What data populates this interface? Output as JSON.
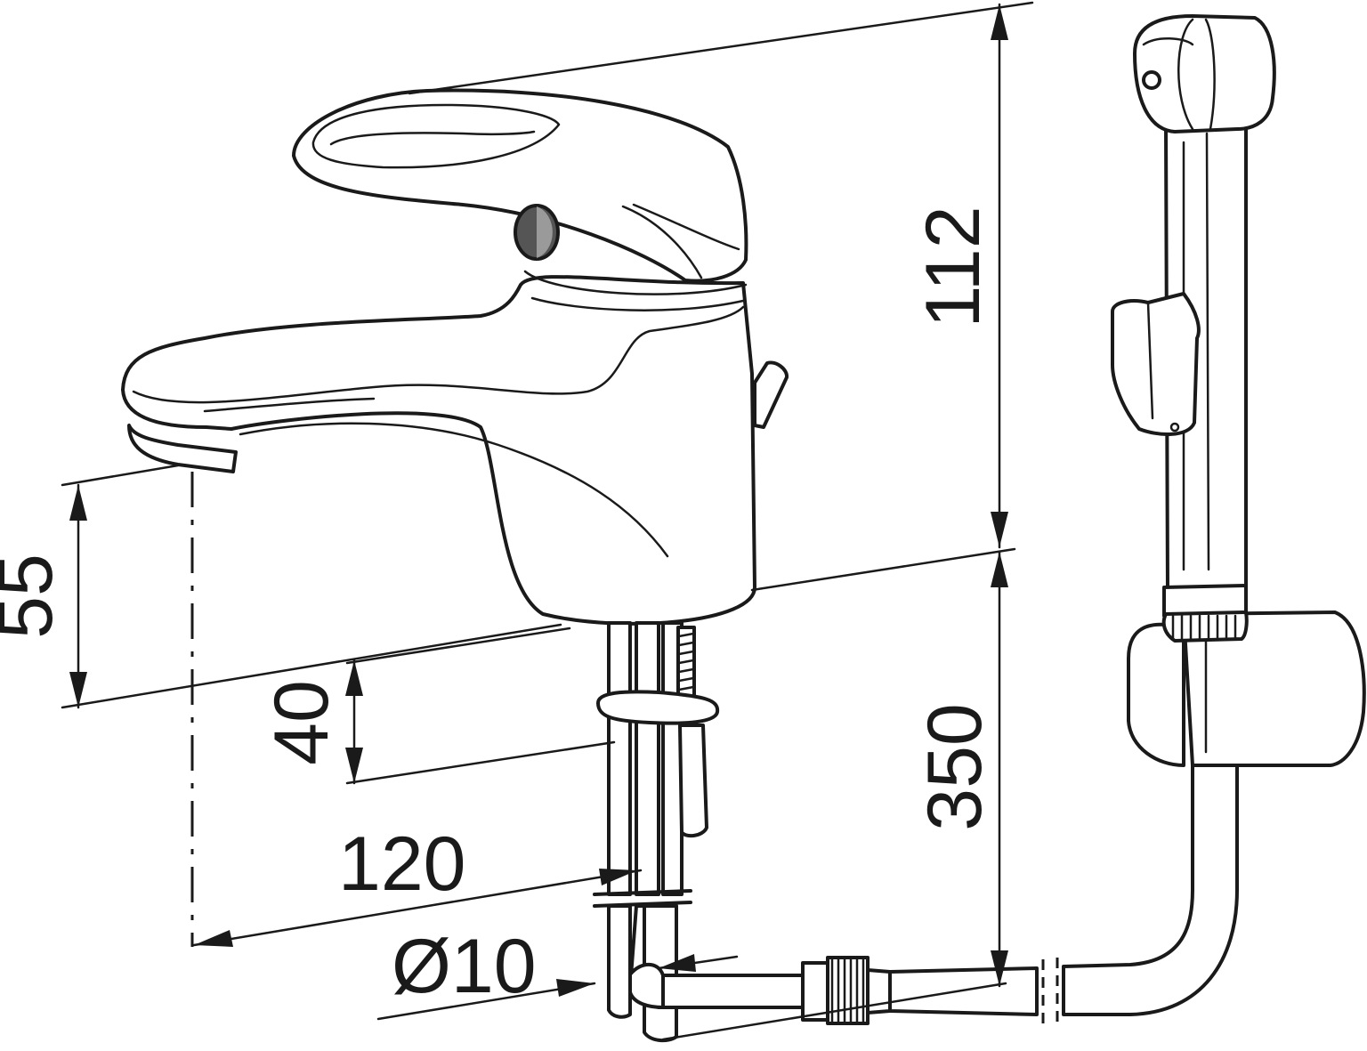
{
  "dimensions": {
    "spout_height": "55",
    "under_body": "40",
    "projection": "120",
    "body_height": "112",
    "hose_length": "350",
    "pipe_diameter": "Ø10"
  }
}
